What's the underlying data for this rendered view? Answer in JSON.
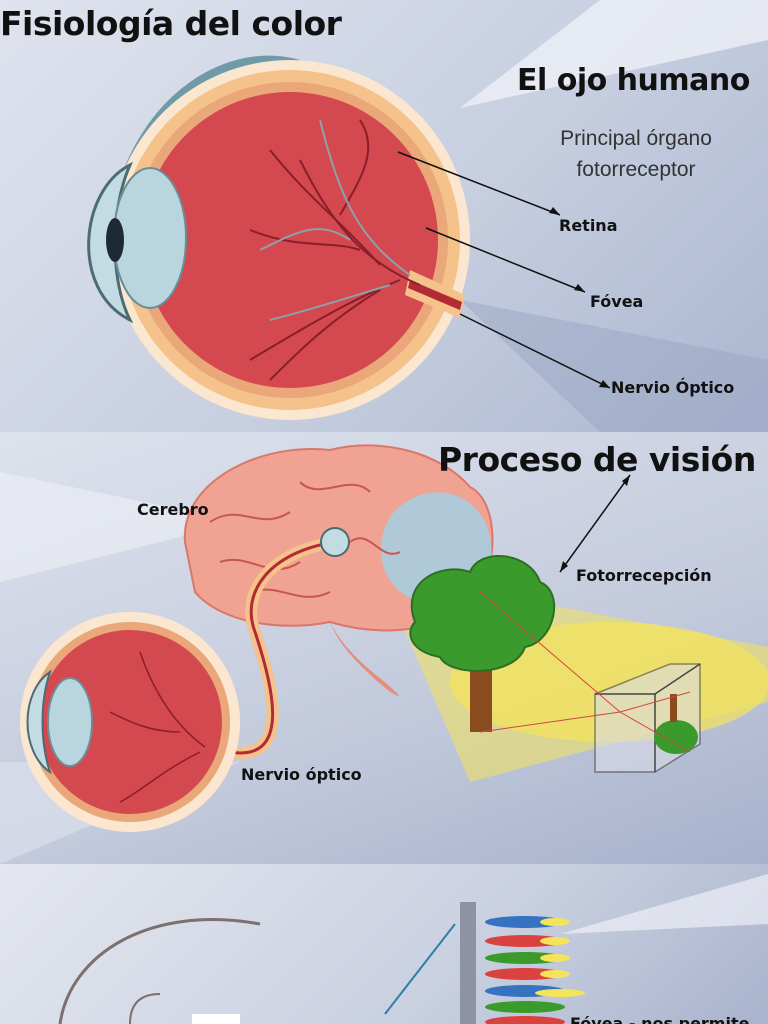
{
  "slide1": {
    "title": "Fisiología del color",
    "heading": "El ojo humano",
    "description_line1": "Principal órgano",
    "description_line2": "fotorreceptor",
    "labels": {
      "retina": "Retina",
      "fovea": "Fóvea",
      "optic_nerve": "Nervio Óptico"
    }
  },
  "slide2": {
    "heading": "Proceso de visión",
    "labels": {
      "brain": "Cerebro",
      "photoreception": "Fotorrecepción",
      "optic_nerve": "Nervio óptico"
    }
  },
  "slide3": {
    "caption": "Fóvea - nos permite"
  },
  "colors": {
    "eye_red": "#d4484f",
    "sclera": "#f8dfc0",
    "iris_blue": "#b9d6df",
    "brain_pink": "#f0a393",
    "tree_green": "#3a9a2c",
    "light_yellow": "#f3e45a"
  }
}
